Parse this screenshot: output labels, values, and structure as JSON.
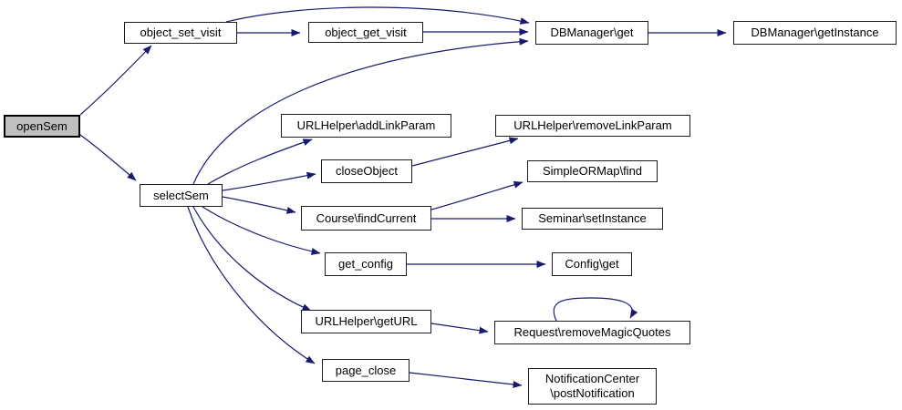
{
  "graph": {
    "kind": "call-graph",
    "colors": {
      "edge": "#191970",
      "node_border": "#1c1c1c",
      "node_fill": "#ffffff",
      "highlight_node_fill": "#bfbfbf",
      "background": "#ffffff"
    },
    "nodes": {
      "openSem": {
        "label": "openSem",
        "highlighted": true
      },
      "object_set_visit": {
        "label": "object_set_visit"
      },
      "object_get_visit": {
        "label": "object_get_visit"
      },
      "dbmanager_get": {
        "label": "DBManager\\get"
      },
      "dbmanager_getinstance": {
        "label": "DBManager\\getInstance"
      },
      "selectSem": {
        "label": "selectSem"
      },
      "urlhelper_addlinkparam": {
        "label": "URLHelper\\addLinkParam"
      },
      "urlhelper_removelinkparam": {
        "label": "URLHelper\\removeLinkParam"
      },
      "closeObject": {
        "label": "closeObject"
      },
      "simpleormap_find": {
        "label": "SimpleORMap\\find"
      },
      "course_findcurrent": {
        "label": "Course\\findCurrent"
      },
      "seminar_setinstance": {
        "label": "Seminar\\setInstance"
      },
      "get_config": {
        "label": "get_config"
      },
      "config_get": {
        "label": "Config\\get"
      },
      "urlhelper_geturl": {
        "label": "URLHelper\\getURL"
      },
      "request_removemagicquotes": {
        "label": "Request\\removeMagicQuotes"
      },
      "page_close": {
        "label": "page_close"
      },
      "notificationcenter_postnotification": {
        "label": "NotificationCenter\n\\postNotification"
      }
    },
    "edges": [
      {
        "from": "openSem",
        "to": "object_set_visit"
      },
      {
        "from": "openSem",
        "to": "selectSem"
      },
      {
        "from": "object_set_visit",
        "to": "object_get_visit"
      },
      {
        "from": "object_set_visit",
        "to": "dbmanager_get"
      },
      {
        "from": "object_get_visit",
        "to": "dbmanager_get"
      },
      {
        "from": "dbmanager_get",
        "to": "dbmanager_getinstance"
      },
      {
        "from": "selectSem",
        "to": "dbmanager_get"
      },
      {
        "from": "selectSem",
        "to": "urlhelper_addlinkparam"
      },
      {
        "from": "selectSem",
        "to": "closeObject"
      },
      {
        "from": "selectSem",
        "to": "course_findcurrent"
      },
      {
        "from": "selectSem",
        "to": "get_config"
      },
      {
        "from": "selectSem",
        "to": "urlhelper_geturl"
      },
      {
        "from": "selectSem",
        "to": "page_close"
      },
      {
        "from": "closeObject",
        "to": "urlhelper_removelinkparam"
      },
      {
        "from": "course_findcurrent",
        "to": "simpleormap_find"
      },
      {
        "from": "course_findcurrent",
        "to": "seminar_setinstance"
      },
      {
        "from": "get_config",
        "to": "config_get"
      },
      {
        "from": "urlhelper_geturl",
        "to": "request_removemagicquotes"
      },
      {
        "from": "request_removemagicquotes",
        "to": "request_removemagicquotes"
      },
      {
        "from": "page_close",
        "to": "notificationcenter_postnotification"
      }
    ]
  }
}
